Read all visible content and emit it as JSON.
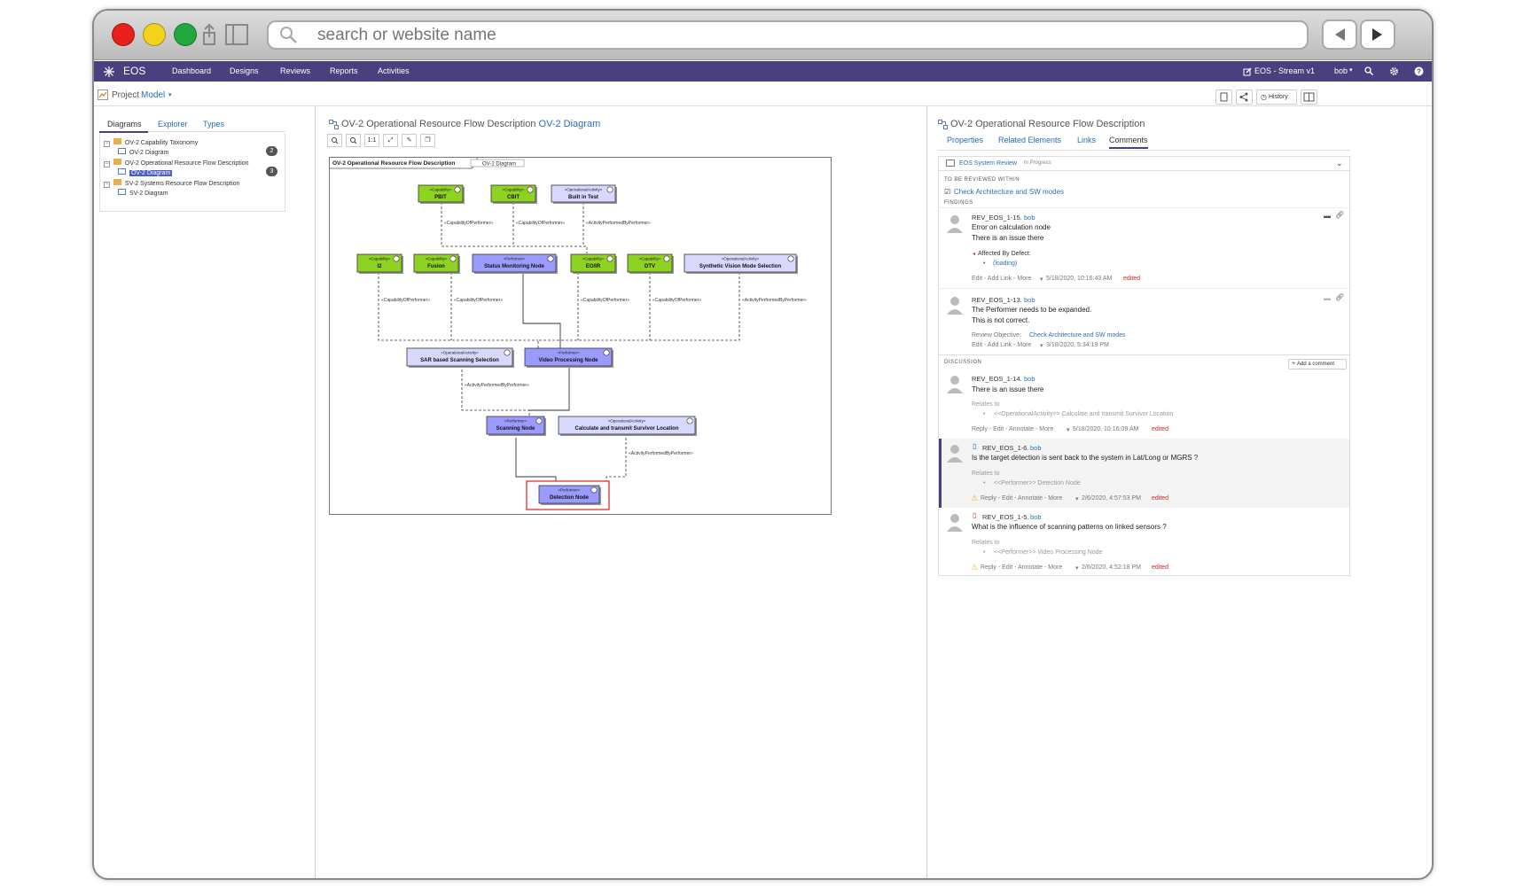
{
  "browser": {
    "address_placeholder": "search or website name"
  },
  "navbar": {
    "brand": "EOS",
    "items": [
      "Dashboard",
      "Designs",
      "Reviews",
      "Reports",
      "Activities"
    ],
    "stream": "EOS - Stream v1",
    "user": "bob",
    "color": "#4c3f7f"
  },
  "subbar": {
    "project_label": "Project",
    "project_link": "Model",
    "history_label": "History"
  },
  "left": {
    "tabs": [
      "Diagrams",
      "Explorer",
      "Types"
    ],
    "tree": [
      {
        "label": "OV-2 Capability Taxonomy",
        "badge": "2"
      },
      {
        "label": "OV-2 Diagram"
      },
      {
        "label": "OV-2 Operational Resource Flow Description",
        "badge": "3"
      },
      {
        "label": "OV-2 Diagram",
        "selected": true
      },
      {
        "label": "SV-2 Systems Resource Flow Description"
      },
      {
        "label": "SV-2 Diagram"
      }
    ]
  },
  "middle": {
    "title": "OV-2 Operational Resource Flow Description",
    "title_link": "OV-2 Diagram",
    "toolbar_zoom": "1:1",
    "diagram_title": "OV-2 Operational Resource Flow Description",
    "diagram_tag": "OV-2 Diagram",
    "nodes": [
      {
        "st": "«Capability»",
        "name": "PBIT"
      },
      {
        "st": "«Capability»",
        "name": "CBIT"
      },
      {
        "st": "«OperationalActivity»",
        "name": "Built in Test"
      },
      {
        "st": "«Capability»",
        "name": "I2"
      },
      {
        "st": "«Capability»",
        "name": "Fusion"
      },
      {
        "st": "«Performer»",
        "name": "Status Monitoring Node"
      },
      {
        "st": "«Capability»",
        "name": "EO/IR"
      },
      {
        "st": "«Capability»",
        "name": "DTV"
      },
      {
        "st": "«OperationalActivity»",
        "name": "Synthetic Vision Mode Selection"
      },
      {
        "st": "«OperationalActivity»",
        "name": "SAR based Scanning Selection"
      },
      {
        "st": "«Performer»",
        "name": "Video Processing  Node"
      },
      {
        "st": "«Performer»",
        "name": "Scanning Node"
      },
      {
        "st": "«OperationalActivity»",
        "name": "Calculate and transmit Survivor Location"
      },
      {
        "st": "«Performer»",
        "name": "Detection Node"
      }
    ],
    "edge_labels": {
      "cap": "«CapabilityOfPerformer»",
      "act": "«ActivityPerformedByPerformer»"
    }
  },
  "right": {
    "title": "OV-2 Operational Resource Flow Description",
    "tabs": [
      "Properties",
      "Related Elements",
      "Links",
      "Comments"
    ],
    "review": {
      "name": "EOS System Review",
      "status": "In Progress"
    },
    "to_review_label": "TO BE REVIEWED WITHIN",
    "to_review_item": "Check Architecture and SW modes",
    "findings_label": "FINDINGS",
    "findings": [
      {
        "id": "REV_EOS_1-15.",
        "user": "bob",
        "title": "Error on calculation node",
        "body": "There is an issue there",
        "affected": "Affected By Defect:",
        "loading": "(loading)",
        "actions": "Edit - Add Link - More",
        "date": "5/18/2020, 10:16:43 AM",
        "edited": "edited"
      },
      {
        "id": "REV_EOS_1-13.",
        "user": "bob",
        "title": "The Performer needs to be expanded.",
        "body": "This is not correct.",
        "objective_label": "Review Objective:",
        "objective_link": "Check Architecture and SW modes",
        "actions": "Edit - Add Link - More",
        "date": "3/18/2020, 5:34:19 PM"
      }
    ],
    "discussion_label": "DISCUSSION",
    "add_comment": "Add a comment",
    "discussion": [
      {
        "id": "REV_EOS_1-14.",
        "user": "bob",
        "body": "There is an issue there",
        "relates_label": "Relates to",
        "relates": "<<OperationalActivity>> Calculate and transmit Survivor Location",
        "actions": "Reply - Edit - Annotate - More",
        "date": "5/18/2020, 10:16:09 AM",
        "edited": "edited"
      },
      {
        "id": "REV_EOS_1-6.",
        "user": "bob",
        "body": "Is the target detection is sent back to the system in Lat/Long or MGRS ?",
        "relates_label": "Relates to",
        "relates": "<<Performer>> Detection Node",
        "actions": "Reply - Edit - Annotate - More",
        "date": "2/6/2020, 4:57:53 PM",
        "edited": "edited"
      },
      {
        "id": "REV_EOS_1-5.",
        "user": "bob",
        "body": "What is the influence of scanning patterns on linked sensors ?",
        "relates_label": "Relates to",
        "relates": "<<Performer>> Video Processing Node",
        "actions": "Reply - Edit - Annotate - More",
        "date": "2/6/2020, 4:52:18 PM",
        "edited": "edited"
      }
    ]
  }
}
